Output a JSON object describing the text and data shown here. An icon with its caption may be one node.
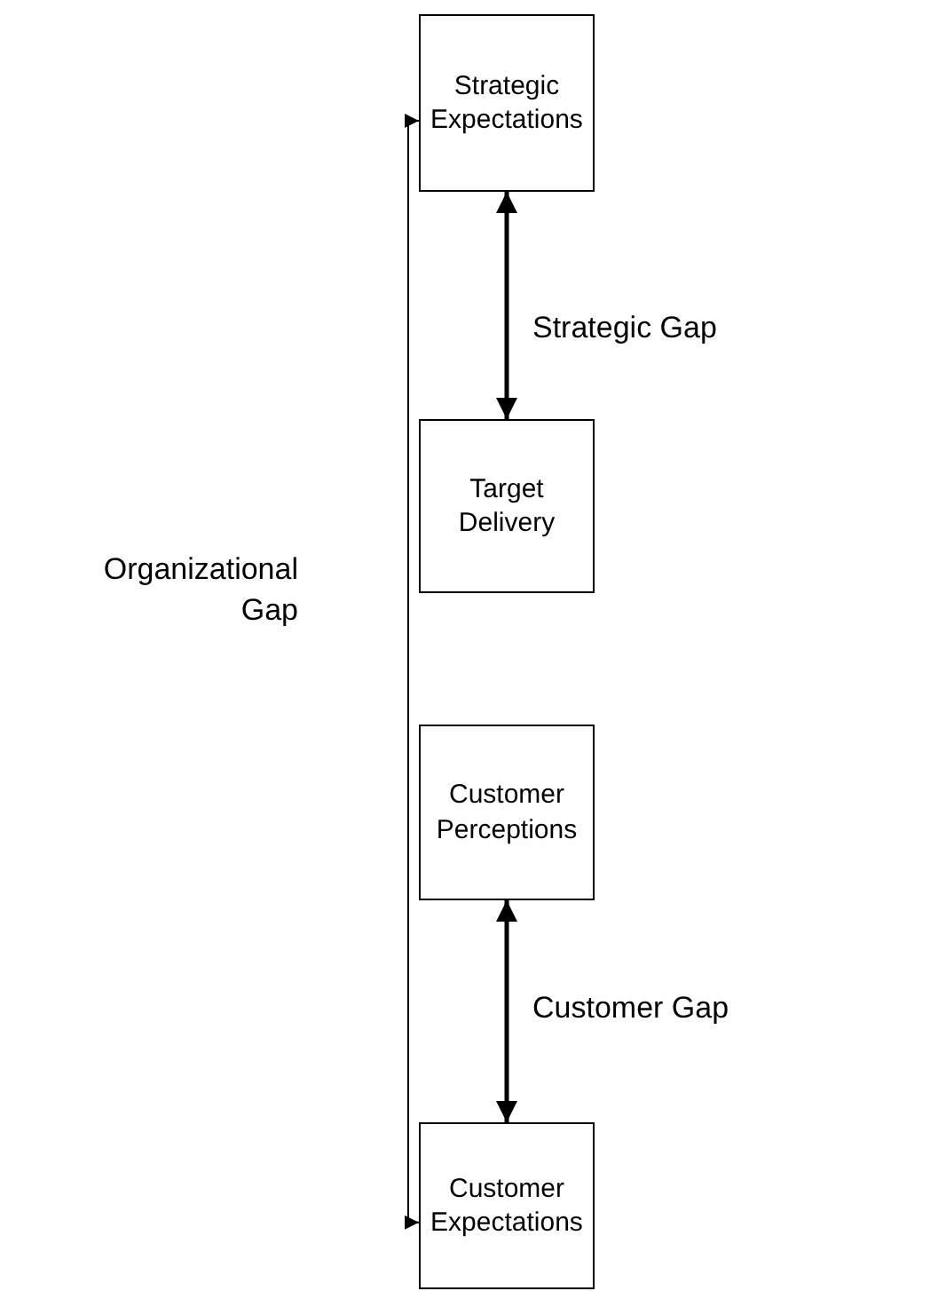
{
  "diagram": {
    "nodes": [
      {
        "text": [
          "Strategic Expectations"
        ]
      },
      {
        "text": [
          "Target Delivery"
        ]
      },
      {
        "text": [
          "Customer Perceptions"
        ]
      },
      {
        "text": [
          "Customer Expectations"
        ]
      }
    ],
    "edges": [
      {
        "from": 0,
        "to": 1,
        "arrow": "both",
        "label": "Strategic Gap"
      },
      {
        "from": 2,
        "to": 3,
        "arrow": "both",
        "label": "Customer Gap"
      },
      {
        "from": 0,
        "to": 3,
        "arrow": "both",
        "label": "Organizational Gap"
      }
    ]
  }
}
